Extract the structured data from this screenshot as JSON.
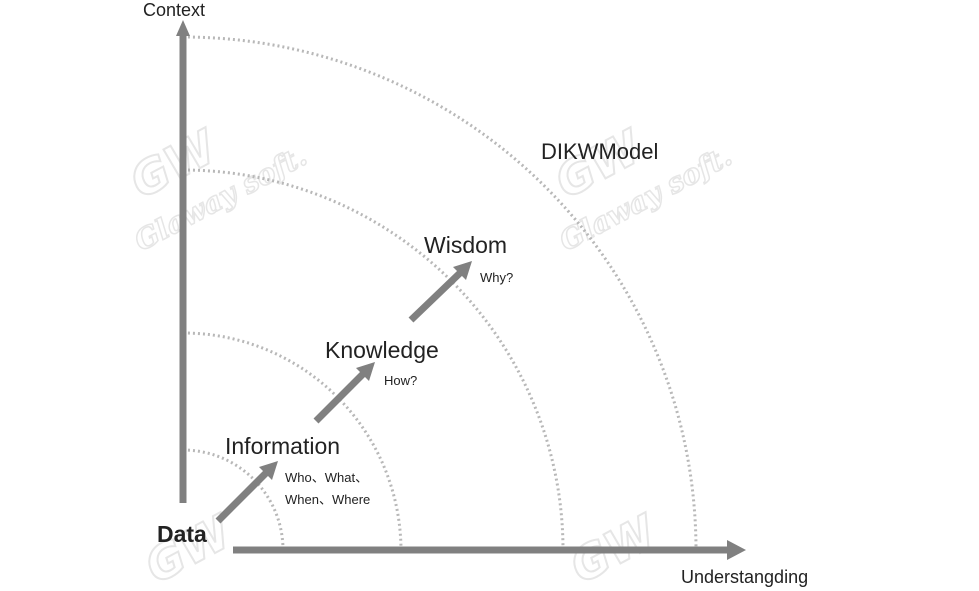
{
  "axes": {
    "y_label": "Context",
    "x_label": "Understangding"
  },
  "title": "DIKWModel",
  "stages": {
    "data": {
      "label": "Data"
    },
    "information": {
      "label": "Information",
      "sub_line1": "Who、What、",
      "sub_line2": "When、Where"
    },
    "knowledge": {
      "label": "Knowledge",
      "sub": "How?"
    },
    "wisdom": {
      "label": "Wisdom",
      "sub": "Why?"
    }
  },
  "watermark": {
    "logo": "GW",
    "text": "Glaway soft."
  },
  "colors": {
    "axis": "#808080",
    "arc": "#b8b8b8",
    "text": "#222222"
  }
}
